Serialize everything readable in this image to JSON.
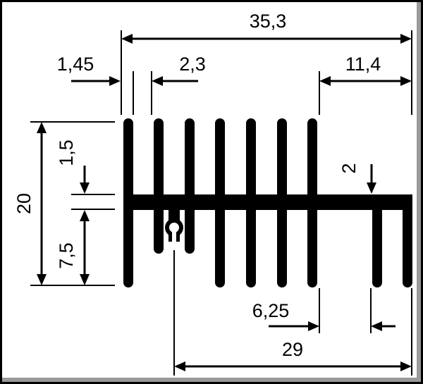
{
  "dimensions": {
    "total_width": "35,3",
    "base_thickness": "1,45",
    "fin_gap": "2,3",
    "right_section": "11,4",
    "total_height": "20",
    "upper_thickness": "1,5",
    "lower_height": "7,5",
    "plate_thickness": "2",
    "fin_pitch": "6,25",
    "lower_width": "29"
  }
}
